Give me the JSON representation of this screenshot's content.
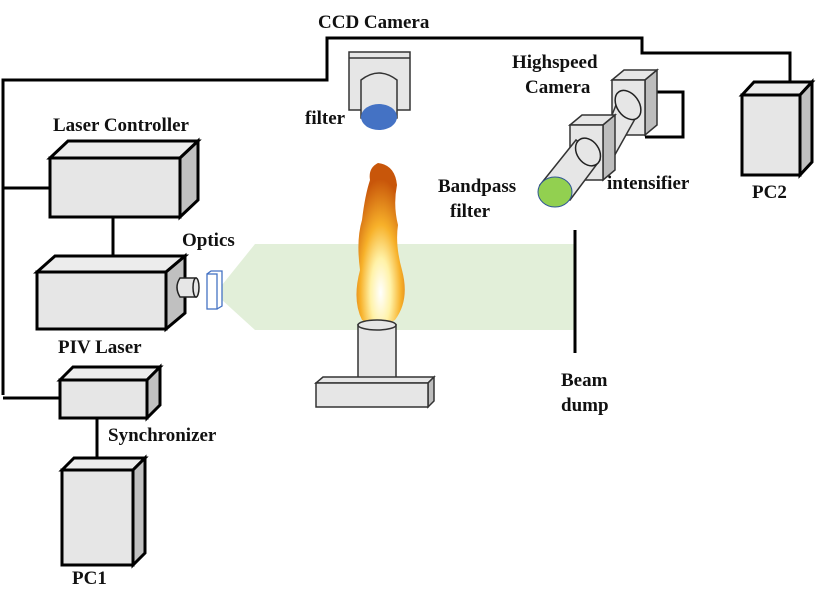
{
  "labels": {
    "ccd_camera": "CCD Camera",
    "filter_ccd": "filter",
    "highspeed_line1": "Highspeed",
    "highspeed_line2": "Camera",
    "laser_controller": "Laser Controller",
    "optics": "Optics",
    "piv_laser": "PIV Laser",
    "bandpass_line1": "Bandpass",
    "bandpass_line2": "filter",
    "intensifier": "intensifier",
    "pc2": "PC2",
    "beam_line1": "Beam",
    "beam_line2": "dump",
    "synchronizer": "Synchronizer",
    "pc1": "PC1"
  },
  "colors": {
    "ccd_filter": "#4472c4",
    "bandpass_filter": "#92d050",
    "laser_sheet": "#e2efd9",
    "optics": "#4472c4"
  }
}
